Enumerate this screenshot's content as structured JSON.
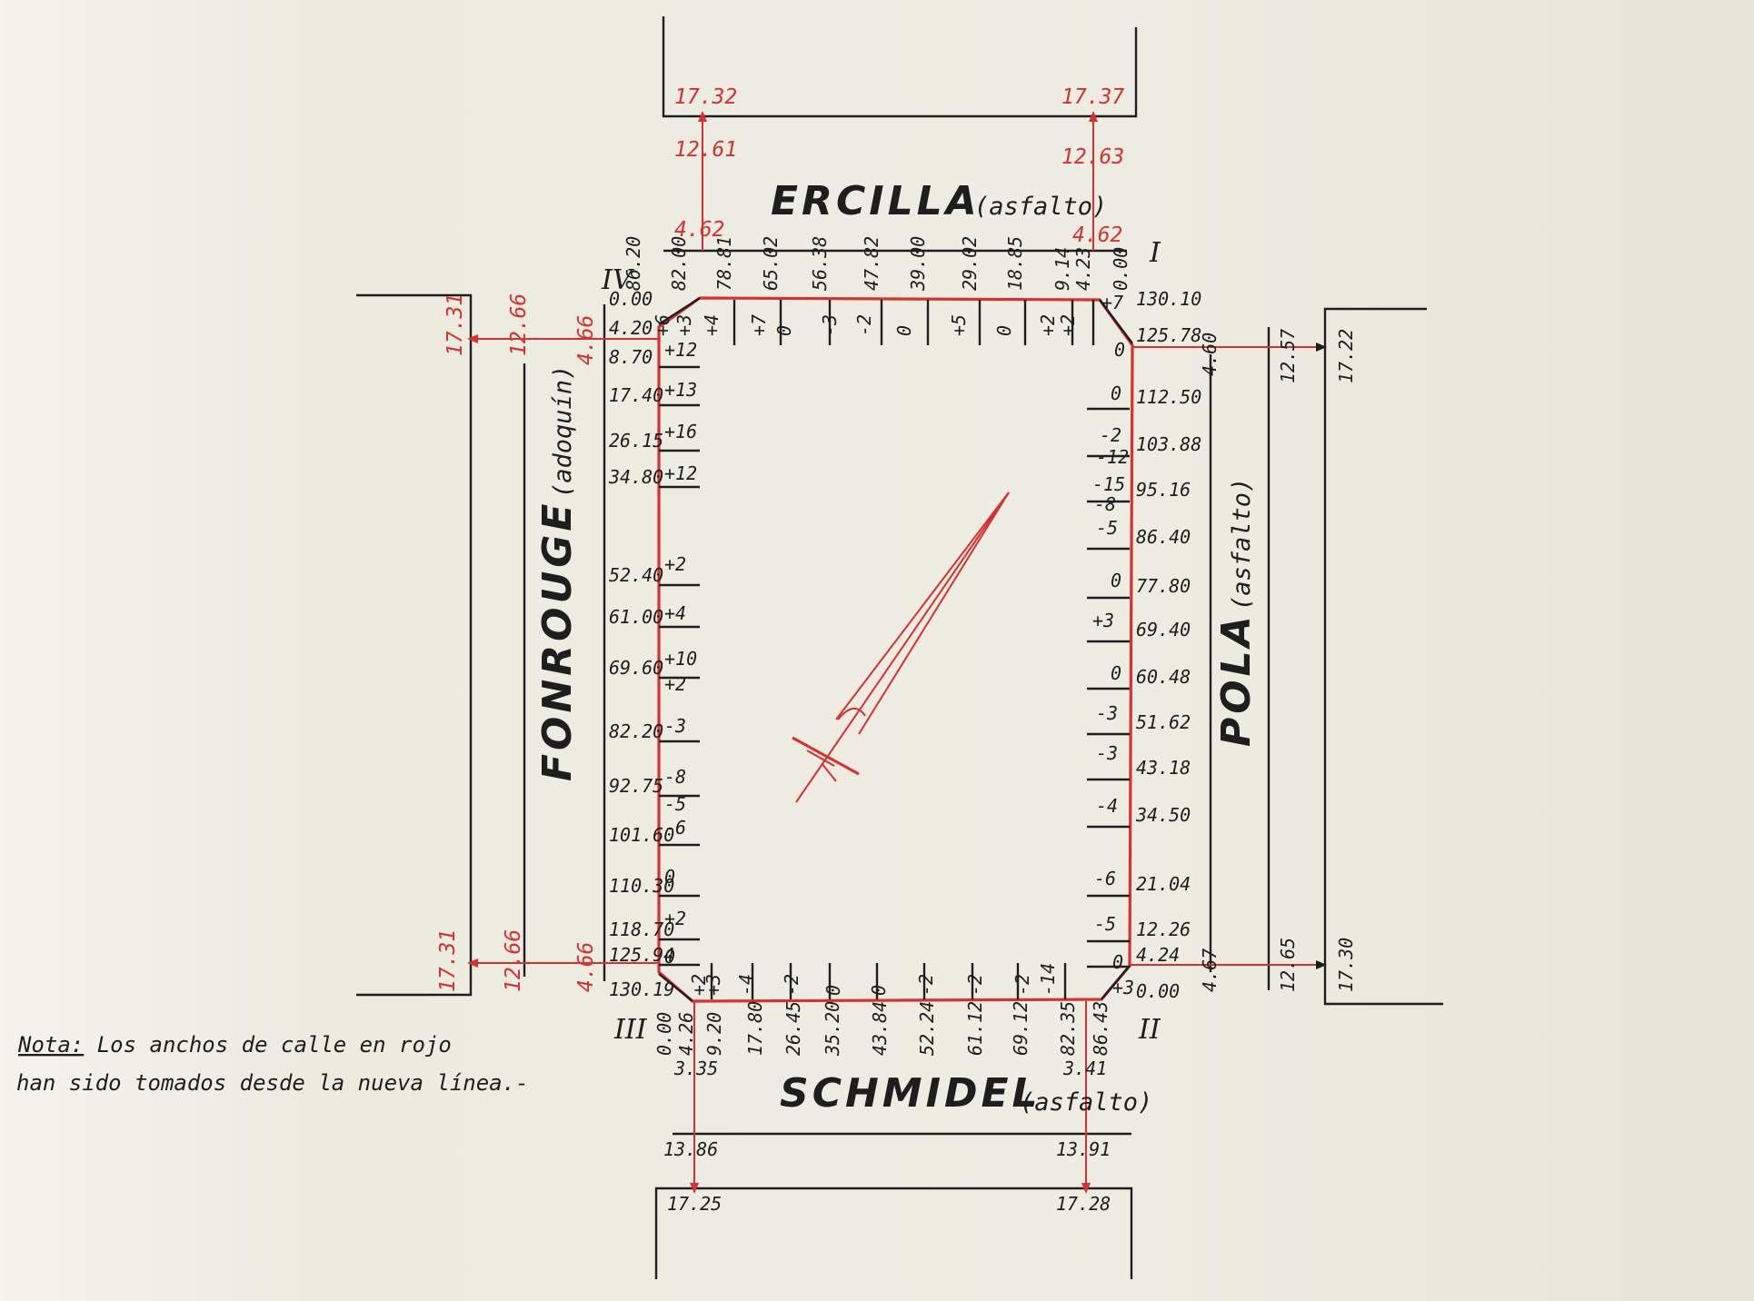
{
  "streets": {
    "ercilla": {
      "name": "ERCILLA",
      "surface": "(asfalto)"
    },
    "schmidel": {
      "name": "SCHMIDEL",
      "surface": "(asfalto)"
    },
    "fonrouge": {
      "name": "FONROUGE",
      "surface": "(adoquín)"
    },
    "pola": {
      "name": "POLA",
      "surface": "(asfalto)"
    }
  },
  "corners": {
    "i": "I",
    "ii": "II",
    "iii": "III",
    "iv": "IV"
  },
  "widths": {
    "ercilla_left": [
      "17.32",
      "12.61",
      "4.62"
    ],
    "ercilla_right": [
      "17.37",
      "12.63",
      "4.62"
    ],
    "schmidel_left": [
      "3.35",
      "13.86",
      "17.25"
    ],
    "schmidel_right": [
      "3.41",
      "13.91",
      "17.28"
    ],
    "fonrouge_top": [
      "17.31",
      "12.66",
      "4.66"
    ],
    "fonrouge_bottom": [
      "17.31",
      "12.66",
      "4.66"
    ],
    "pola_top": [
      "4.60",
      "12.57",
      "17.22"
    ],
    "pola_bottom": [
      "4.67",
      "12.65",
      "17.30"
    ]
  },
  "top_side": {
    "distances": [
      "86.20",
      "82.00",
      "78.81",
      "65.02",
      "56.38",
      "47.82",
      "39.00",
      "29.02",
      "18.85",
      "9.14",
      "4.23",
      "0.00"
    ],
    "offsets": [
      "+6",
      "+3",
      "+4",
      "+7",
      "0",
      "-3",
      "-2",
      "0",
      "+5",
      "0",
      "+2",
      "+2"
    ]
  },
  "left_side": {
    "distances": [
      "0.00",
      "4.20",
      "8.70",
      "17.40",
      "26.15",
      "34.80",
      "52.40",
      "61.00",
      "69.60",
      "82.20",
      "92.75",
      "101.60",
      "110.30",
      "118.70",
      "125.94",
      "130.19"
    ],
    "offsets": [
      "+12",
      "+13",
      "+16",
      "+12",
      "+2",
      "+4",
      "+10",
      "+2",
      "-3",
      "-8",
      "-5",
      "-6",
      "0",
      "+2",
      "0"
    ]
  },
  "right_side": {
    "distances": [
      "130.10",
      "125.78",
      "112.50",
      "103.88",
      "95.16",
      "86.40",
      "77.80",
      "69.40",
      "60.48",
      "51.62",
      "43.18",
      "34.50",
      "21.04",
      "12.26",
      "4.24",
      "0.00"
    ],
    "offsets": [
      "+7",
      "0",
      "0",
      "-2",
      "-12",
      "-15",
      "-8",
      "-5",
      "0",
      "+3",
      "0",
      "-3",
      "-3",
      "-4",
      "-6",
      "-5",
      "0",
      "+3"
    ]
  },
  "bottom_side": {
    "distances": [
      "0.00",
      "4.26",
      "9.20",
      "17.80",
      "26.45",
      "35.20",
      "43.84",
      "52.24",
      "61.12",
      "69.12",
      "82.35",
      "86.43"
    ],
    "offsets": [
      "+2",
      "+3",
      "-4",
      "-2",
      "0",
      "0",
      "-2",
      "-2",
      "-2",
      "-14"
    ]
  },
  "note": {
    "label": "Nota:",
    "line1": " Los anchos de calle en rojo",
    "line2": "han sido tomados desde la nueva línea.-"
  }
}
